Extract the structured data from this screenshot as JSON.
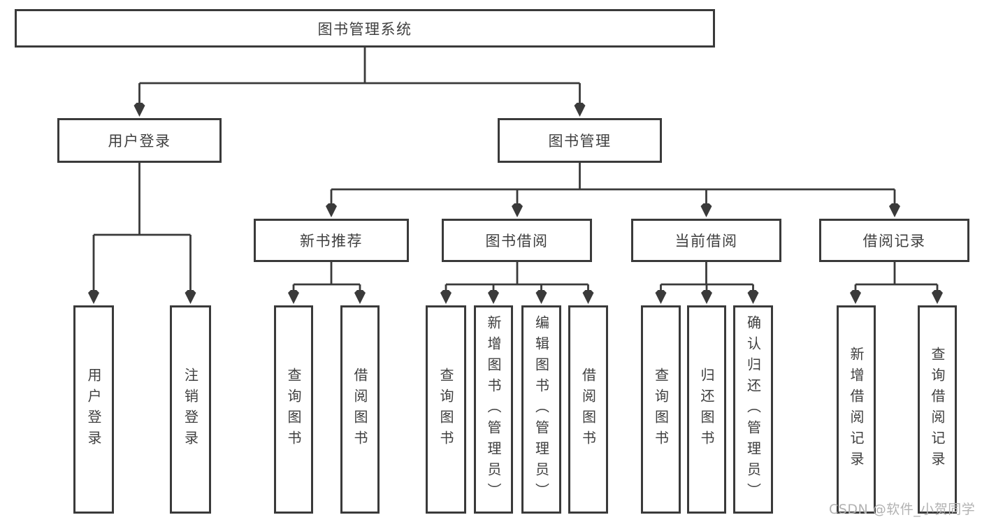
{
  "diagram_title": "图书管理系统",
  "tree": {
    "label": "图书管理系统",
    "children": [
      {
        "label": "用户登录",
        "children": [
          {
            "label": "用户登录"
          },
          {
            "label": "注销登录"
          }
        ]
      },
      {
        "label": "图书管理",
        "children": [
          {
            "label": "新书推荐",
            "children": [
              {
                "label": "查询图书"
              },
              {
                "label": "借阅图书"
              }
            ]
          },
          {
            "label": "图书借阅",
            "children": [
              {
                "label": "查询图书"
              },
              {
                "label": "新增图书（管理员）"
              },
              {
                "label": "编辑图书（管理员）"
              },
              {
                "label": "借阅图书"
              }
            ]
          },
          {
            "label": "当前借阅",
            "children": [
              {
                "label": "查询图书"
              },
              {
                "label": "归还图书"
              },
              {
                "label": "确认归还（管理员）"
              }
            ]
          },
          {
            "label": "借阅记录",
            "children": [
              {
                "label": "新增借阅记录"
              },
              {
                "label": "查询借阅记录"
              }
            ]
          }
        ]
      }
    ]
  },
  "watermark": {
    "text": "CSDN @软件_小贺同学",
    "color": "#b2b2b2"
  },
  "colors": {
    "line": "#3a3a3a",
    "box_border": "#3a3a3a",
    "text": "#3f3f3f",
    "background": "#ffffff"
  }
}
